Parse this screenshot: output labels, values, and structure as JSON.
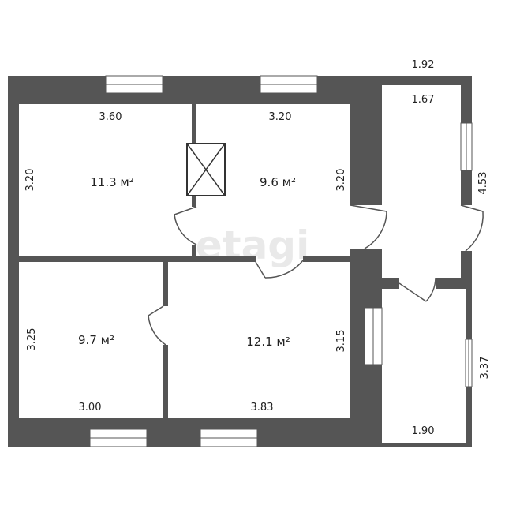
{
  "watermark": "etagi",
  "rooms": [
    {
      "id": "room-1",
      "area": "11.3 м²",
      "width": "3.60",
      "height": "3.20"
    },
    {
      "id": "room-2",
      "area": "9.6 м²",
      "width": "3.20",
      "height": "3.20"
    },
    {
      "id": "room-3",
      "area": "9.7 м²",
      "width": "3.00",
      "height": "3.25"
    },
    {
      "id": "room-4",
      "area": "12.1 м²",
      "width": "3.83",
      "height": "3.15"
    }
  ],
  "corridor": {
    "outer_width": "1.92",
    "inner_width": "1.67",
    "length": "4.53"
  },
  "porch": {
    "width": "1.90",
    "length": "3.37"
  },
  "colors": {
    "wall": "#555555",
    "floor": "#ffffff",
    "window_frame": "#ffffff"
  }
}
